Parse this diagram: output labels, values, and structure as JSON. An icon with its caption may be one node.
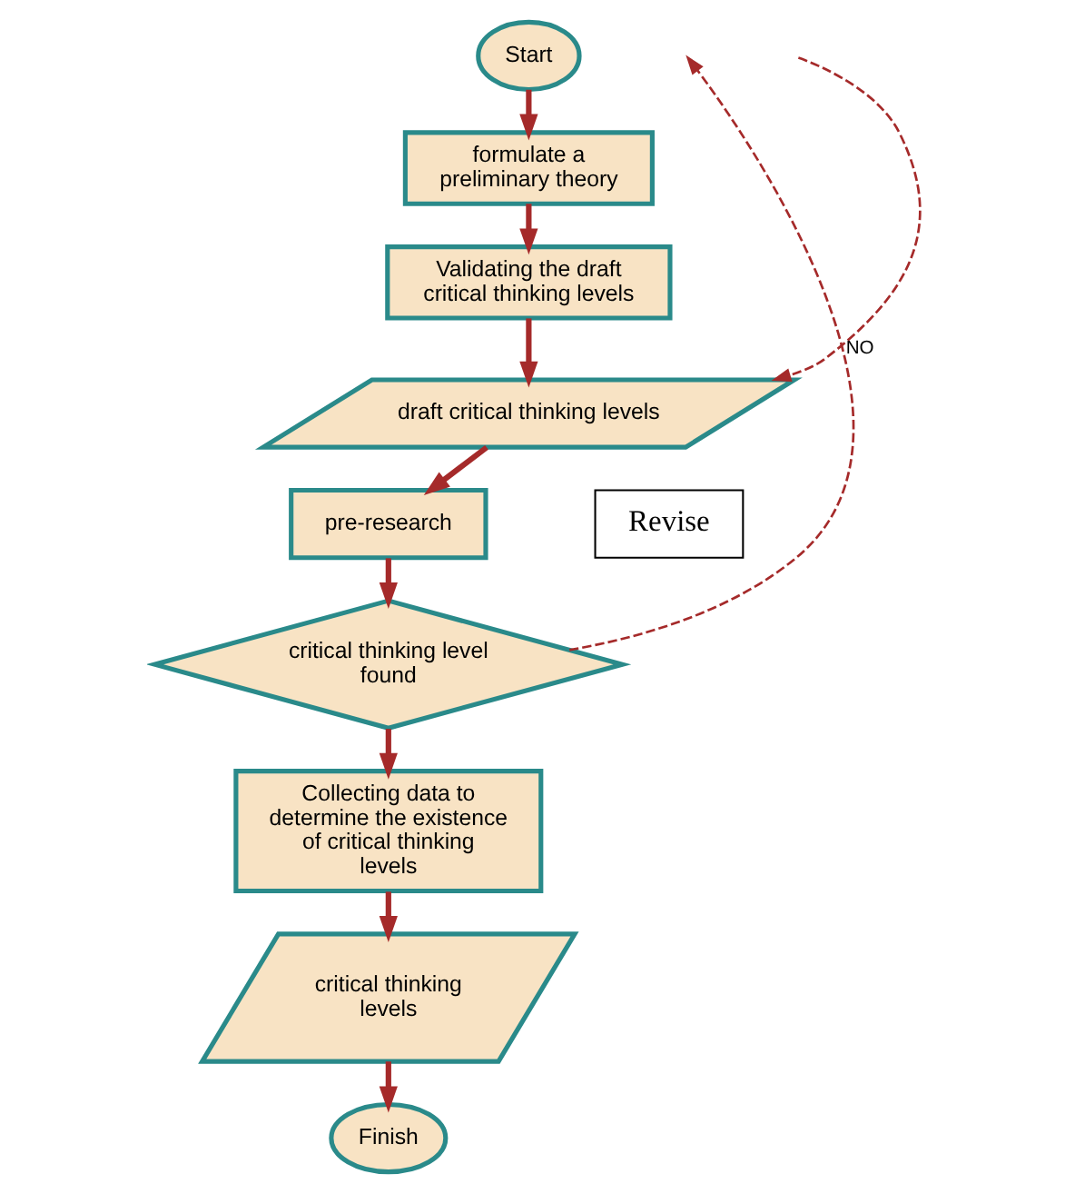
{
  "diagram": {
    "nodes": [
      {
        "text": [
          "Start"
        ]
      },
      {
        "text": [
          "formulate a preliminary theory"
        ]
      },
      {
        "text": [
          "Validating the draft critical thinking levels"
        ]
      },
      {
        "text": [
          "draft critical thinking levels"
        ]
      },
      {
        "text": [
          "pre-research"
        ]
      },
      {
        "text": [
          "critical thinking level found"
        ]
      },
      {
        "text": [
          "Collecting data to determine the existence of critical thinking levels"
        ]
      },
      {
        "text": [
          "critical thinking levels"
        ]
      },
      {
        "text": [
          "Finish"
        ]
      },
      {
        "text": [
          "Revise"
        ]
      }
    ],
    "edges": [
      {
        "from": 0,
        "to": 1,
        "arrow": "to"
      },
      {
        "from": 1,
        "to": 2,
        "arrow": "to"
      },
      {
        "from": 2,
        "to": 3,
        "arrow": "to"
      },
      {
        "from": 3,
        "to": 4,
        "arrow": "to"
      },
      {
        "from": 4,
        "to": 5,
        "arrow": "to"
      },
      {
        "from": 5,
        "to": 6,
        "arrow": "to"
      },
      {
        "from": 6,
        "to": 7,
        "arrow": "to"
      },
      {
        "from": 7,
        "to": 8,
        "arrow": "to"
      },
      {
        "from": null,
        "to": 3,
        "arrow": "to",
        "style": "dashed"
      },
      {
        "from": 5,
        "to": null,
        "arrow": "to",
        "style": "dashed",
        "label": "NO"
      }
    ]
  }
}
